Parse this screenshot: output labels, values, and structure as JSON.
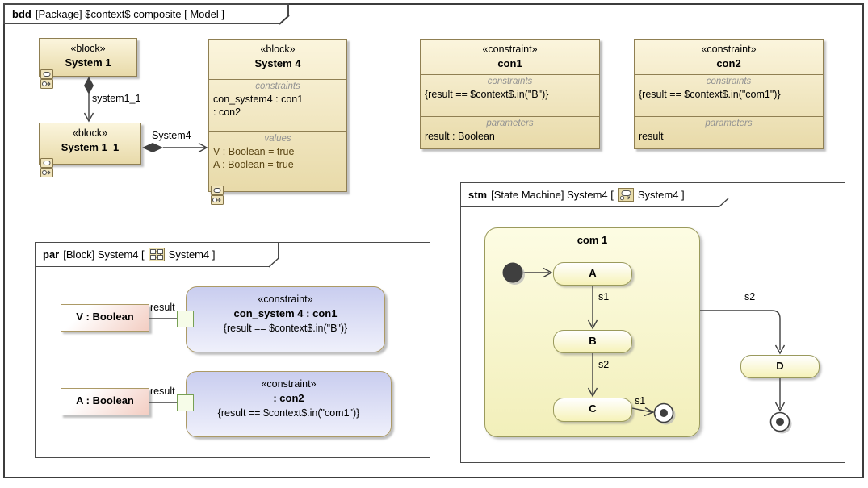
{
  "header": {
    "kind": "bdd",
    "rest": "[Package] $context$ composite [ Model ]"
  },
  "blocks": {
    "system1": {
      "stereotype": "«block»",
      "name": "System 1"
    },
    "system1_1": {
      "stereotype": "«block»",
      "name": "System 1_1"
    },
    "system4": {
      "stereotype": "«block»",
      "name": "System 4",
      "constraints_header": "constraints",
      "constraint_lines": [
        "con_system4 : con1",
        ": con2"
      ],
      "values_header": "values",
      "value_lines": [
        "V : Boolean = true",
        "A : Boolean = true"
      ]
    },
    "con1": {
      "stereotype": "«constraint»",
      "name": "con1",
      "constraints_header": "constraints",
      "expression": "{result == $context$.in(\"B\")}",
      "parameters_header": "parameters",
      "parameter": "result : Boolean"
    },
    "con2": {
      "stereotype": "«constraint»",
      "name": "con2",
      "constraints_header": "constraints",
      "expression": "{result == $context$.in(\"com1\")}",
      "parameters_header": "parameters",
      "parameter": "result"
    }
  },
  "edges": {
    "system1_to_system1_1": "system1_1",
    "system1_1_to_system4": "System4"
  },
  "par": {
    "kind": "par",
    "title_before_icon": "[Block] System4 [",
    "title_after_icon": "System4 ]",
    "part_v": "V : Boolean",
    "part_a": "A : Boolean",
    "binding_v_label": "result",
    "binding_a_label": "result",
    "constraint1": {
      "stereotype": "«constraint»",
      "name": "con_system 4 : con1",
      "expression": "{result == $context$.in(\"B\")}"
    },
    "constraint2": {
      "stereotype": "«constraint»",
      "name": ": con2",
      "expression": "{result == $context$.in(\"com1\")}"
    }
  },
  "stm": {
    "kind": "stm",
    "title_before_icon": "[State Machine] System4 [",
    "title_after_icon": "System4 ]",
    "composite_state": "com 1",
    "states": {
      "a": "A",
      "b": "B",
      "c": "C",
      "d": "D"
    },
    "transitions": {
      "a_to_b": "s1",
      "b_to_c": "s2",
      "c_to_final": "s1",
      "com1_to_d": "s2"
    }
  }
}
